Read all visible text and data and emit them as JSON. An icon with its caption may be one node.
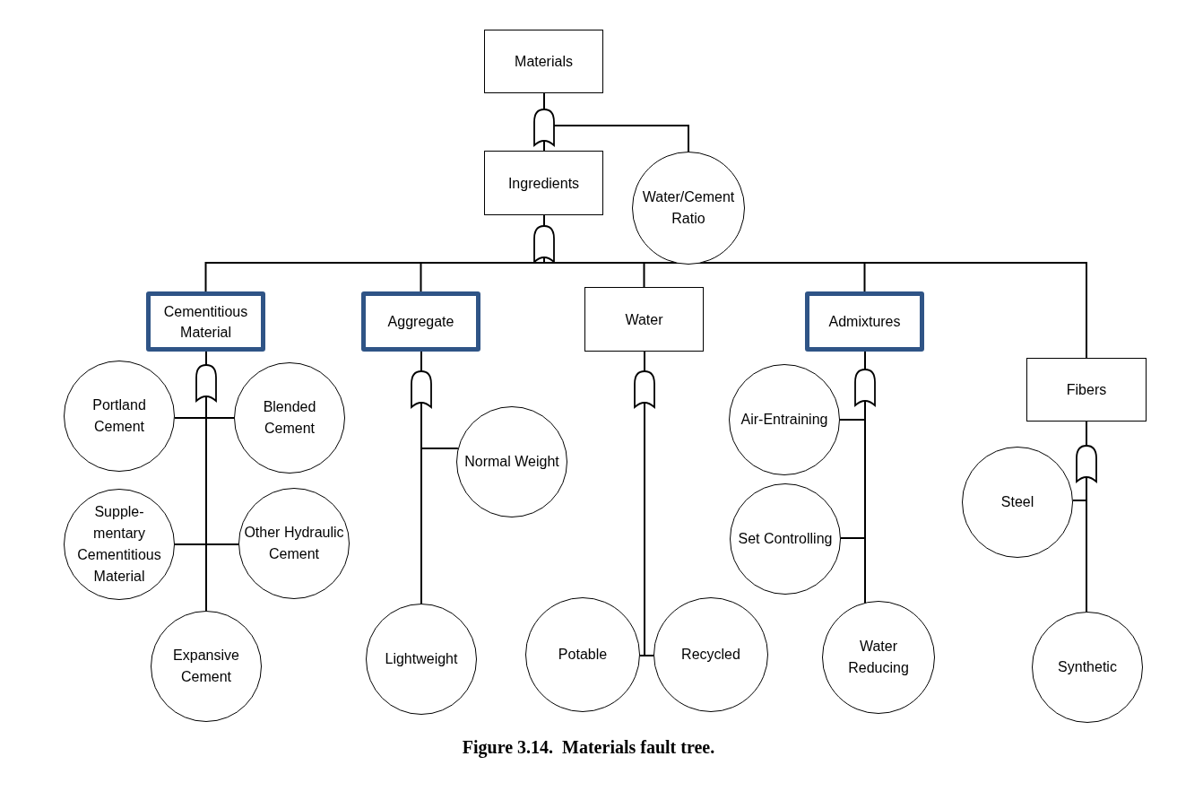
{
  "diagram": {
    "caption": "Figure 3.14.  Materials fault tree.",
    "nodes": [
      {
        "text": [
          "Materials"
        ]
      },
      {
        "text": [
          "Ingredients"
        ]
      },
      {
        "text": [
          "Water/Cement Ratio"
        ]
      },
      {
        "text": [
          "Cementitious Material"
        ]
      },
      {
        "text": [
          "Aggregate"
        ]
      },
      {
        "text": [
          "Water"
        ]
      },
      {
        "text": [
          "Admixtures"
        ]
      },
      {
        "text": [
          "Fibers"
        ]
      },
      {
        "text": [
          "Portland Cement"
        ]
      },
      {
        "text": [
          "Blended Cement"
        ]
      },
      {
        "text": [
          "Supple- mentary Cementitious Material"
        ]
      },
      {
        "text": [
          "Other Hydraulic Cement"
        ]
      },
      {
        "text": [
          "Expansive Cement"
        ]
      },
      {
        "text": [
          "Normal Weight"
        ]
      },
      {
        "text": [
          "Lightweight"
        ]
      },
      {
        "text": [
          "Potable"
        ]
      },
      {
        "text": [
          "Recycled"
        ]
      },
      {
        "text": [
          "Air-Entraining"
        ]
      },
      {
        "text": [
          "Set Controlling"
        ]
      },
      {
        "text": [
          "Water Reducing"
        ]
      },
      {
        "text": [
          "Steel"
        ]
      },
      {
        "text": [
          "Synthetic"
        ]
      }
    ],
    "edges": [
      {
        "from": 0,
        "to": 1,
        "arrow": "none"
      },
      {
        "from": 0,
        "to": 2,
        "arrow": "none"
      },
      {
        "from": 1,
        "to": 3,
        "arrow": "none"
      },
      {
        "from": 1,
        "to": 4,
        "arrow": "none"
      },
      {
        "from": 1,
        "to": 5,
        "arrow": "none"
      },
      {
        "from": 1,
        "to": 6,
        "arrow": "none"
      },
      {
        "from": 1,
        "to": 7,
        "arrow": "none"
      },
      {
        "from": 3,
        "to": 8,
        "arrow": "none"
      },
      {
        "from": 3,
        "to": 9,
        "arrow": "none"
      },
      {
        "from": 3,
        "to": 10,
        "arrow": "none"
      },
      {
        "from": 3,
        "to": 11,
        "arrow": "none"
      },
      {
        "from": 3,
        "to": 12,
        "arrow": "none"
      },
      {
        "from": 4,
        "to": 13,
        "arrow": "none"
      },
      {
        "from": 4,
        "to": 14,
        "arrow": "none"
      },
      {
        "from": 5,
        "to": 15,
        "arrow": "none"
      },
      {
        "from": 5,
        "to": 16,
        "arrow": "none"
      },
      {
        "from": 6,
        "to": 17,
        "arrow": "none"
      },
      {
        "from": 6,
        "to": 18,
        "arrow": "none"
      },
      {
        "from": 6,
        "to": 19,
        "arrow": "none"
      },
      {
        "from": 7,
        "to": 20,
        "arrow": "none"
      },
      {
        "from": 7,
        "to": 21,
        "arrow": "none"
      }
    ]
  }
}
